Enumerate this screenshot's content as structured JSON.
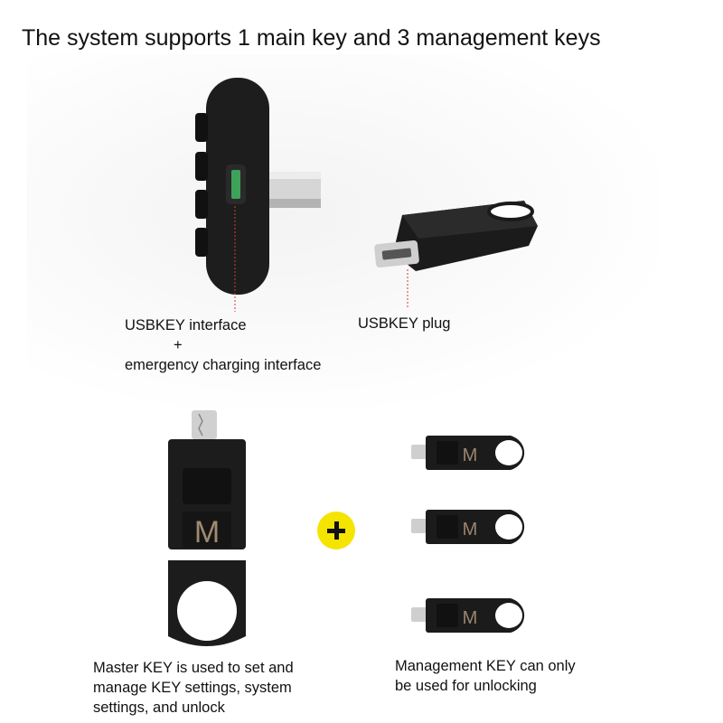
{
  "headline": "The system supports 1 main key and 3 management keys",
  "labels": {
    "usbkey_interface": "USBKEY interface",
    "plus": "+",
    "emergency_charging": "emergency charging interface",
    "usbkey_plug": "USBKEY plug"
  },
  "master_key": {
    "letter": "M",
    "caption_lines": [
      "Master KEY is used to set and",
      "manage KEY settings, system",
      "settings, and unlock"
    ]
  },
  "management_keys": {
    "count": 3,
    "letter": "M",
    "caption_lines": [
      "Management KEY can only",
      "be used for unlocking"
    ]
  },
  "icons": {
    "plus_badge": "yellow-plus-icon"
  },
  "colors": {
    "device_body": "#1c1c1c",
    "badge_yellow": "#f5e400",
    "usb_port_green": "#3ea35a",
    "leader_line_red": "#d23a3a",
    "metal": "#c8c8c8"
  }
}
